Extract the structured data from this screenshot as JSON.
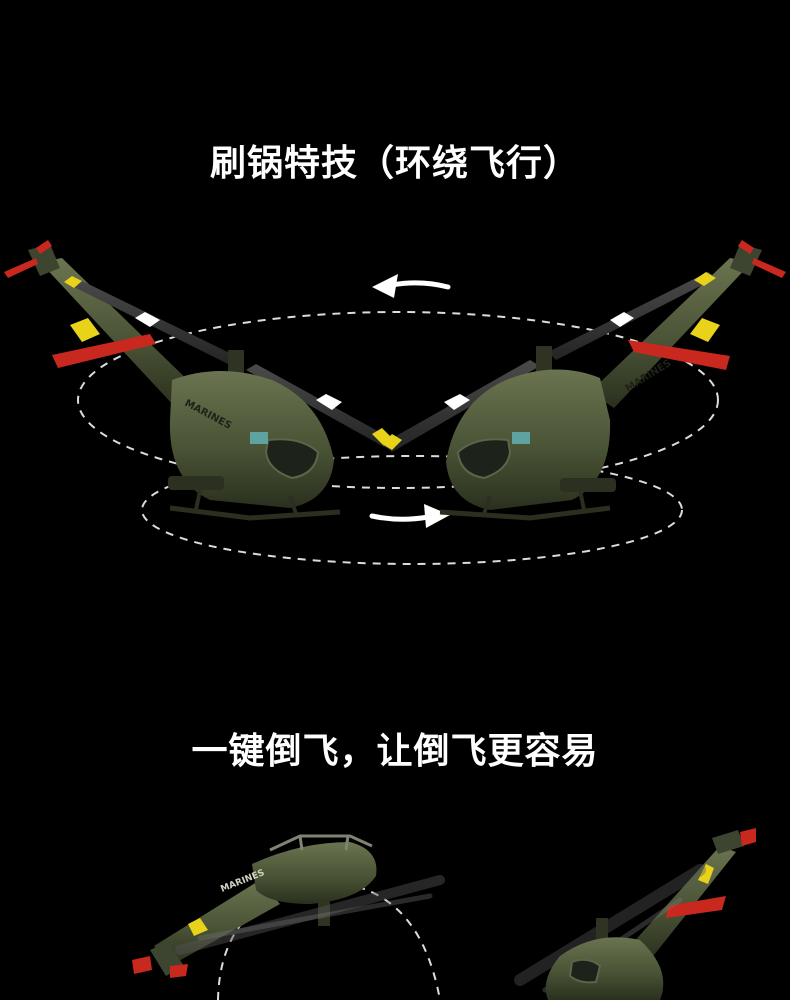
{
  "sections": [
    {
      "title": "刷锅特技（环绕飞行）"
    },
    {
      "title": "一键倒飞，让倒飞更容易"
    }
  ],
  "helicopters": [
    {
      "marking": "MARINES"
    },
    {
      "marking": "MARINES"
    },
    {
      "marking": "MARINES"
    }
  ],
  "colors": {
    "background": "#000000",
    "text": "#ffffff",
    "body_green": "#4a5436",
    "rotor_gray": "#3a3a3a",
    "accent_yellow": "#e8d21a",
    "accent_red": "#c8281e"
  }
}
